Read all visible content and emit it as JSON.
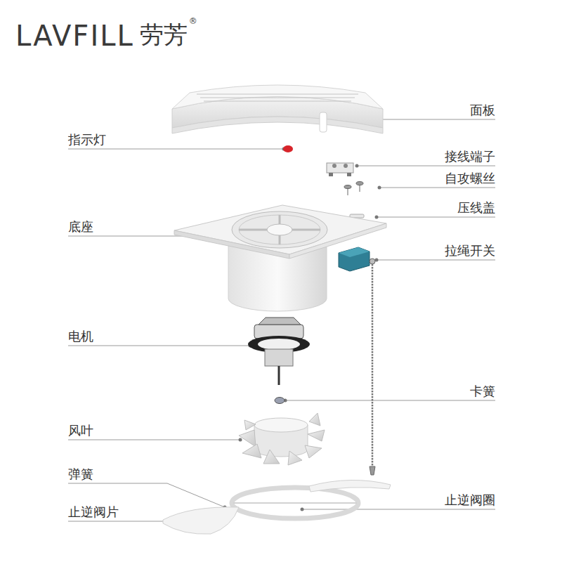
{
  "diagram": {
    "labels": [
      "LAVFILL",
      "劳芳",
      "®",
      "面板",
      "指示灯",
      "接线端子",
      "自攻螺丝",
      "压线盖",
      "底座",
      "拉绳开关",
      "电机",
      "卡簧",
      "风叶",
      "弹簧",
      "止逆阀圈",
      "止逆阀片"
    ]
  }
}
